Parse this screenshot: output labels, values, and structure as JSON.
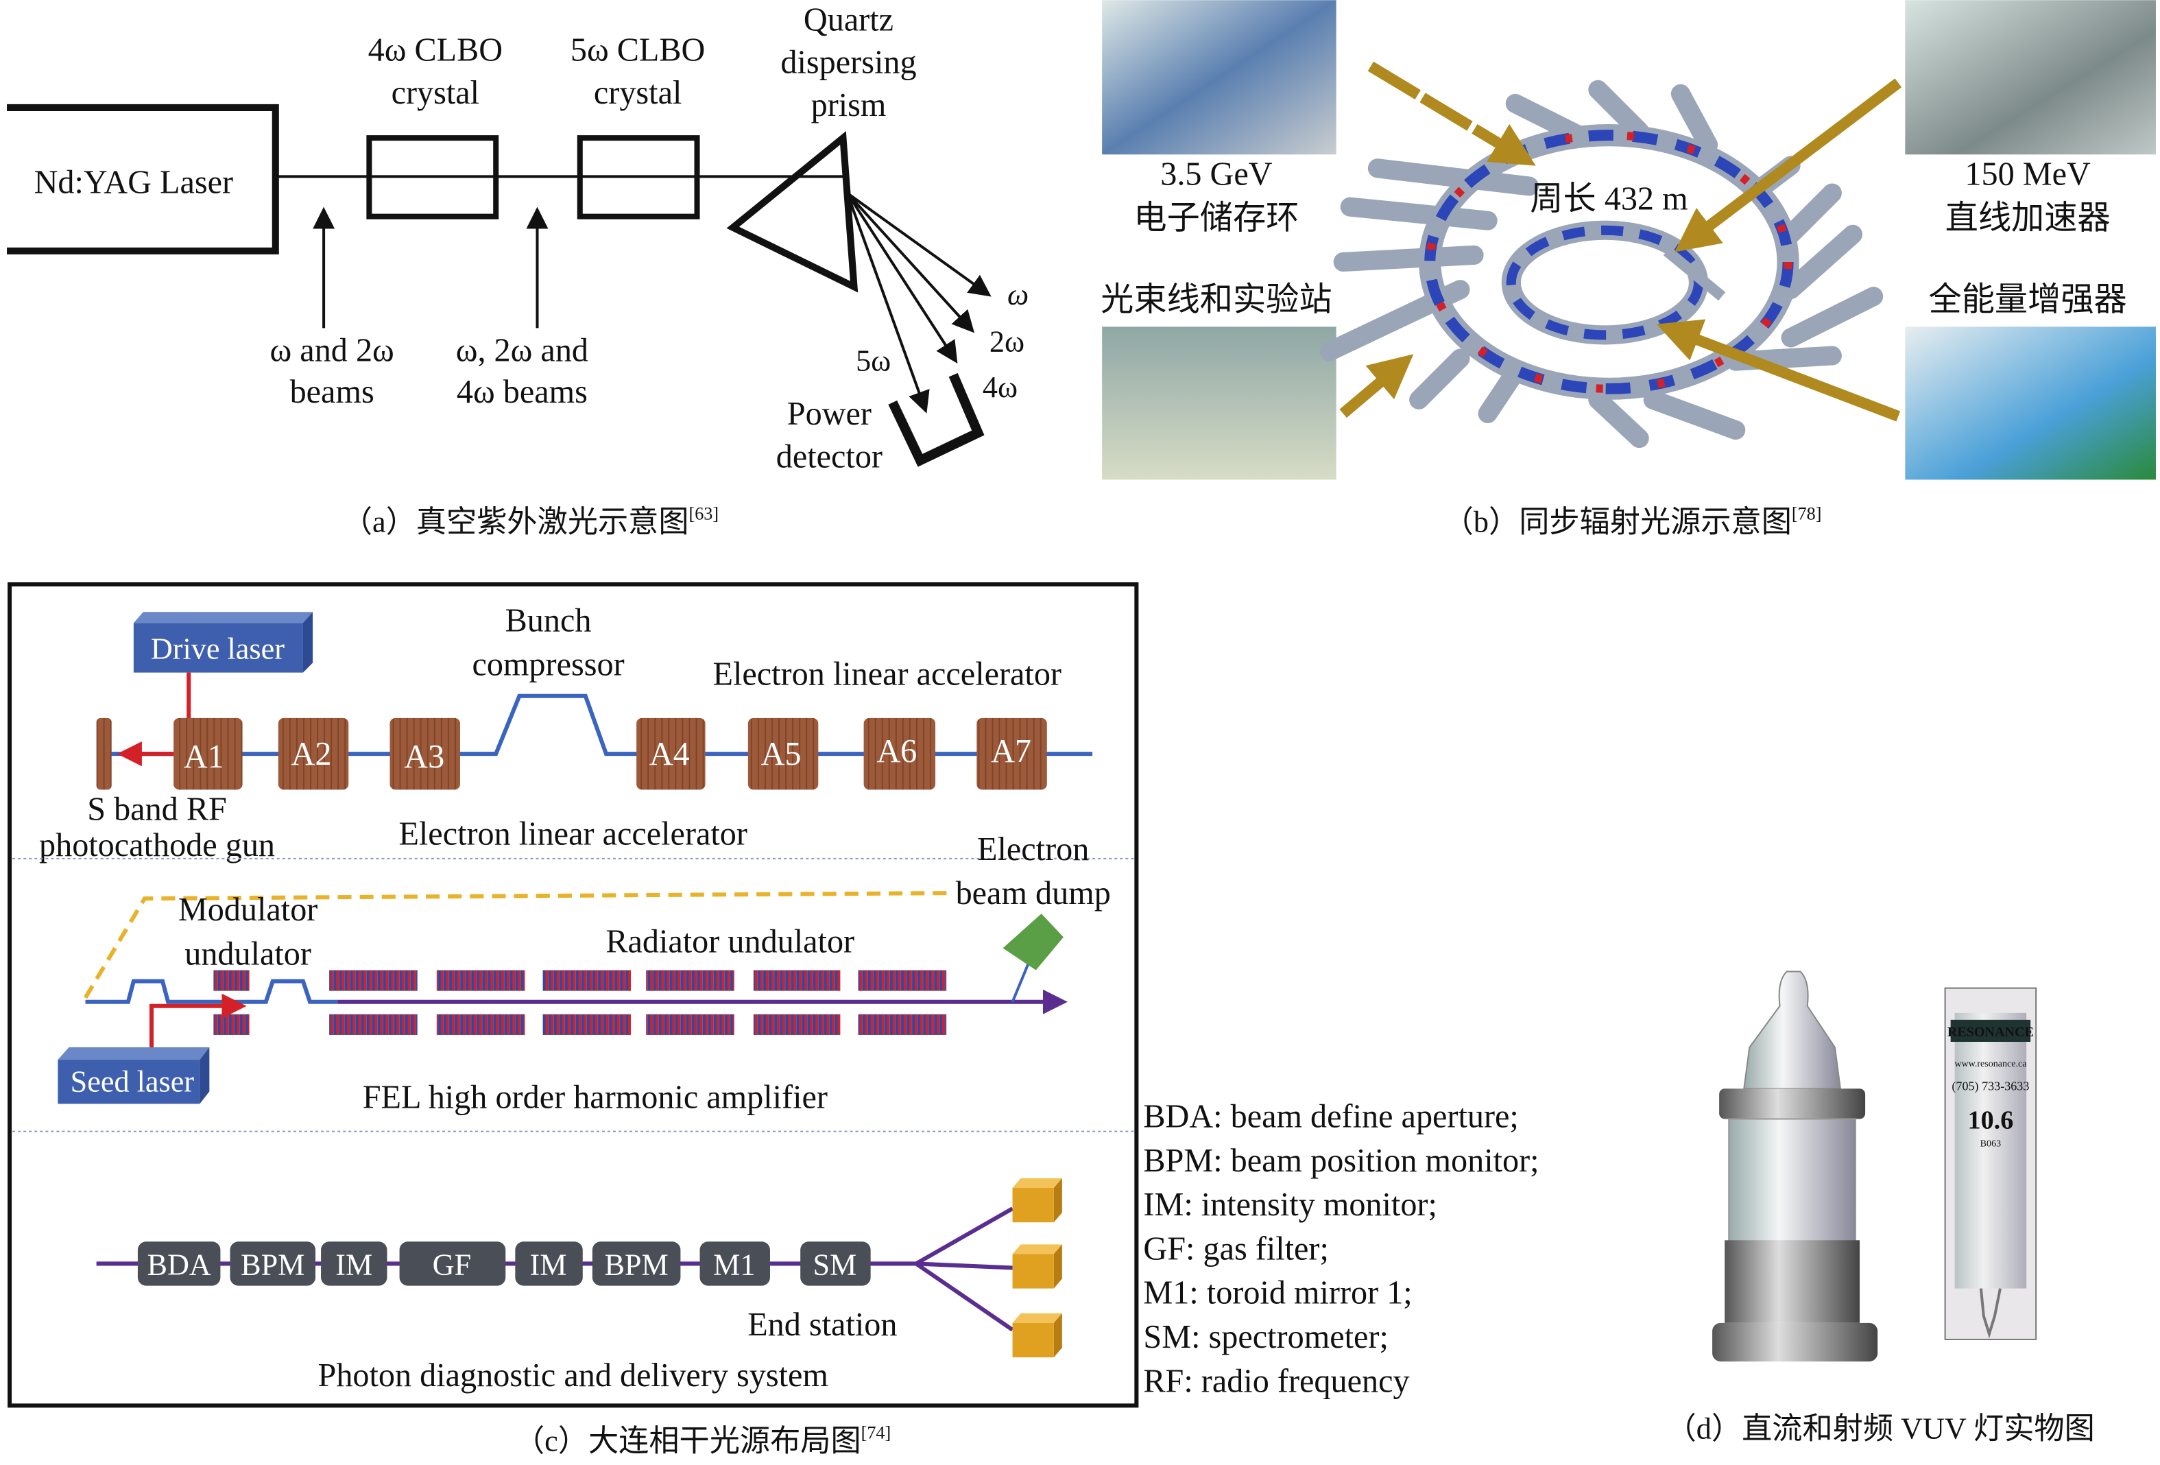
{
  "panel_a": {
    "laser": "Nd:YAG Laser",
    "crystal1": [
      "4ω CLBO",
      "crystal"
    ],
    "crystal2": [
      "5ω CLBO",
      "crystal"
    ],
    "prism": [
      "Quartz",
      "dispersing",
      "prism"
    ],
    "beams1": [
      "ω and 2ω",
      "beams"
    ],
    "beams2": [
      "ω, 2ω and",
      "4ω beams"
    ],
    "rays": [
      "ω",
      "2ω",
      "4ω",
      "5ω"
    ],
    "detector": [
      "Power",
      "detector"
    ],
    "caption": "（a）真空紫外激光示意图",
    "ref": "[63]"
  },
  "panel_b": {
    "storage_ring": [
      "3.5 GeV",
      "电子储存环"
    ],
    "linac": [
      "150 MeV",
      "直线加速器"
    ],
    "beamline": "光束线和实验站",
    "booster": "全能量增强器",
    "circumference": "周长 432 m",
    "caption": "（b）同步辐射光源示意图",
    "ref": "[78]"
  },
  "panel_c": {
    "drive_laser": "Drive laser",
    "bunch_compressor": [
      "Bunch",
      "compressor"
    ],
    "linac_top": "Electron linear accelerator",
    "linac_bottom": "Electron linear accelerator",
    "gun": [
      "S band RF",
      "photocathode gun"
    ],
    "cavities": [
      "A1",
      "A2",
      "A3",
      "A4",
      "A5",
      "A6",
      "A7"
    ],
    "beam_dump": [
      "Electron",
      "beam dump"
    ],
    "modulator": [
      "Modulator",
      "undulator"
    ],
    "radiator": "Radiator undulator",
    "seed_laser": "Seed laser",
    "fel": "FEL high order harmonic amplifier",
    "diagnostics": [
      "BDA",
      "BPM",
      "IM",
      "GF",
      "IM",
      "BPM",
      "M1",
      "SM"
    ],
    "end_station": "End station",
    "photon_system": "Photon diagnostic and delivery system",
    "caption": "（c）大连相干光源布局图",
    "ref": "[74]",
    "colors": {
      "cavity": "#9c5a3a",
      "laser_box": "#3e5fae",
      "beam": "#3a64c0",
      "fel_beam": "#5a2d91",
      "red": "#d42027",
      "dump": "#5a9e45",
      "station": "#e0a020",
      "diag_box": "#4a4f57"
    }
  },
  "legend": [
    "BDA: beam define aperture;",
    "BPM: beam position monitor;",
    "IM: intensity monitor;",
    "GF: gas filter;",
    "M1: toroid mirror 1;",
    "SM: spectrometer;",
    "RF: radio frequency"
  ],
  "panel_d": {
    "vial_label": [
      "RESONANCE",
      "www.resonance.ca",
      "(705) 733-3633",
      "10.6",
      "B063"
    ],
    "caption": "（d）直流和射频 VUV 灯实物图"
  }
}
